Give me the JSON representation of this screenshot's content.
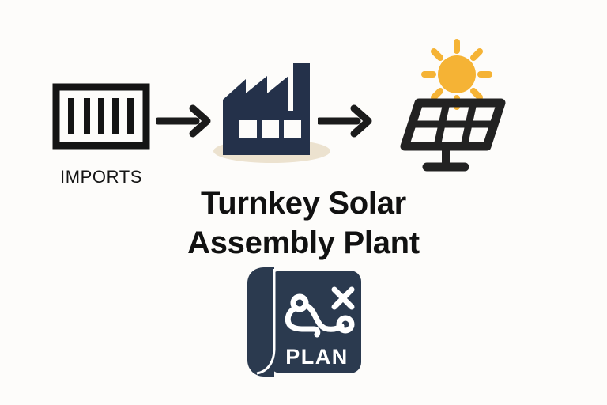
{
  "page": {
    "background_color": "#fdfcfa",
    "title_text_color": "#111111"
  },
  "diagram": {
    "type": "process-flow",
    "nodes": [
      {
        "id": "imports",
        "label": "IMPORTS",
        "icon": "shipping-container-icon",
        "color": "#141414"
      },
      {
        "id": "factory",
        "label": "",
        "icon": "factory-icon",
        "color": "#24314a",
        "shadow_color": "#ece2cf"
      },
      {
        "id": "solar",
        "label": "",
        "icon": "solar-panel-icon",
        "color": "#222222",
        "sun_color": "#f5b335"
      }
    ],
    "connectors": [
      {
        "id": "arrow-imports-to-factory",
        "from": "imports",
        "to": "factory",
        "glyph": "arrow-right-icon",
        "color": "#1b1b1b"
      },
      {
        "id": "arrow-factory-to-solar",
        "from": "factory",
        "to": "solar",
        "glyph": "arrow-right-icon",
        "color": "#1b1b1b"
      }
    ]
  },
  "heading": {
    "line1": "Turnkey Solar",
    "line2": "Assembly Plant"
  },
  "plan_badge": {
    "label": "PLAN",
    "icon": "blueprint-plan-icon",
    "background_color": "#2b3a4f",
    "stroke_color": "#ffffff"
  }
}
